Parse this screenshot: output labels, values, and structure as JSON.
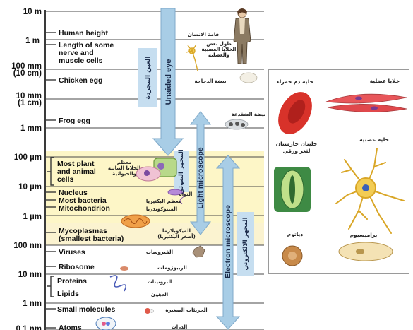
{
  "scale_ticks": [
    "10 m",
    "1 m",
    "100 mm\n(10 cm)",
    "10 mm\n(1 cm)",
    "1 mm",
    "100 µm",
    "10 µm",
    "1 µm",
    "100 nm",
    "10 nm",
    "1 nm",
    "0.1 nm"
  ],
  "items": [
    {
      "en": "Human height",
      "ar": "قامة الانسان"
    },
    {
      "en": "Length of some\nnerve and\nmuscle cells",
      "ar": "طول بعض\nالخلايا العصبية\nوالعضلية"
    },
    {
      "en": "Chicken egg",
      "ar": "بيضة الدجاجة"
    },
    {
      "en": "Frog egg",
      "ar": "بيضة الضفدعة"
    },
    {
      "en": "Most plant\nand animal\ncells",
      "ar": "معظم\nالخلايا النباتية\nوالحيوانية"
    },
    {
      "en": "Nucleus",
      "ar": "النواة"
    },
    {
      "en": "Most bacteria",
      "ar": "معظم البكتيريا"
    },
    {
      "en": "Mitochondrion",
      "ar": "الميتوكوندريا"
    },
    {
      "en": "Mycoplasmas\n(smallest bacteria)",
      "ar": "الميكوبلازما\n(أصغر البكتيريا)"
    },
    {
      "en": "Viruses",
      "ar": "الفيروسات"
    },
    {
      "en": "Ribosome",
      "ar": "الريبوزومات"
    },
    {
      "en": "Proteins",
      "ar": "البروتينات"
    },
    {
      "en": "Lipids",
      "ar": "الدهون"
    },
    {
      "en": "Small molecules",
      "ar": "الجزيئات الصغيرة"
    },
    {
      "en": "Atoms",
      "ar": "الذرات"
    }
  ],
  "ranges": {
    "eye": {
      "en": "Unaided eye",
      "ar": "العين المجردة"
    },
    "light": {
      "en": "Light microscope",
      "ar": "المجهر الضوئي"
    },
    "electron": {
      "en": "Electron microscope",
      "ar": "المجهر الالكتروني"
    }
  },
  "panel": {
    "red_blood_cell": "خلية دم حمراء",
    "muscle_cells": "خلايا عضلية",
    "guard_cells": "خليتان حارستان\nلثغر ورقي",
    "nerve_cell": "خلية عصبية",
    "diatom": "دياتوم",
    "paramecium": "براميسيوم"
  },
  "colors": {
    "arrow_fill": "#a8cde6",
    "arrow_stroke": "#7fa9c9",
    "arrow_label_bg": "#c6def0",
    "band_yellow": "#fdf6c7",
    "axis": "#3a3a3a"
  }
}
